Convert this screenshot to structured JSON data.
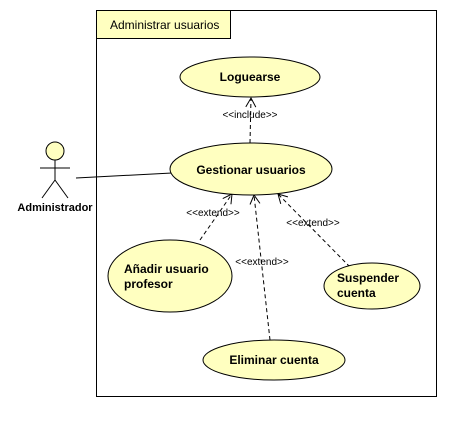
{
  "system": {
    "title": "Administrar usuarios"
  },
  "actor": {
    "name": "Administrador"
  },
  "use_cases": {
    "loguearse": "Loguearse",
    "gestionar": "Gestionar usuarios",
    "anadir_line1": "Añadir usuario",
    "anadir_line2": "profesor",
    "suspender_line1": "Suspender",
    "suspender_line2": "cuenta",
    "eliminar": "Eliminar cuenta"
  },
  "relations": {
    "include": "<<include>>",
    "extend_anadir": "<<extend>>",
    "extend_eliminar": "<<extend>>",
    "extend_suspender": "<<extend>>"
  },
  "colors": {
    "usecase_fill": "#ffffc0",
    "actor_fill": "#ffffc0",
    "title_fill": "#ffffc0",
    "stroke": "#000000"
  }
}
